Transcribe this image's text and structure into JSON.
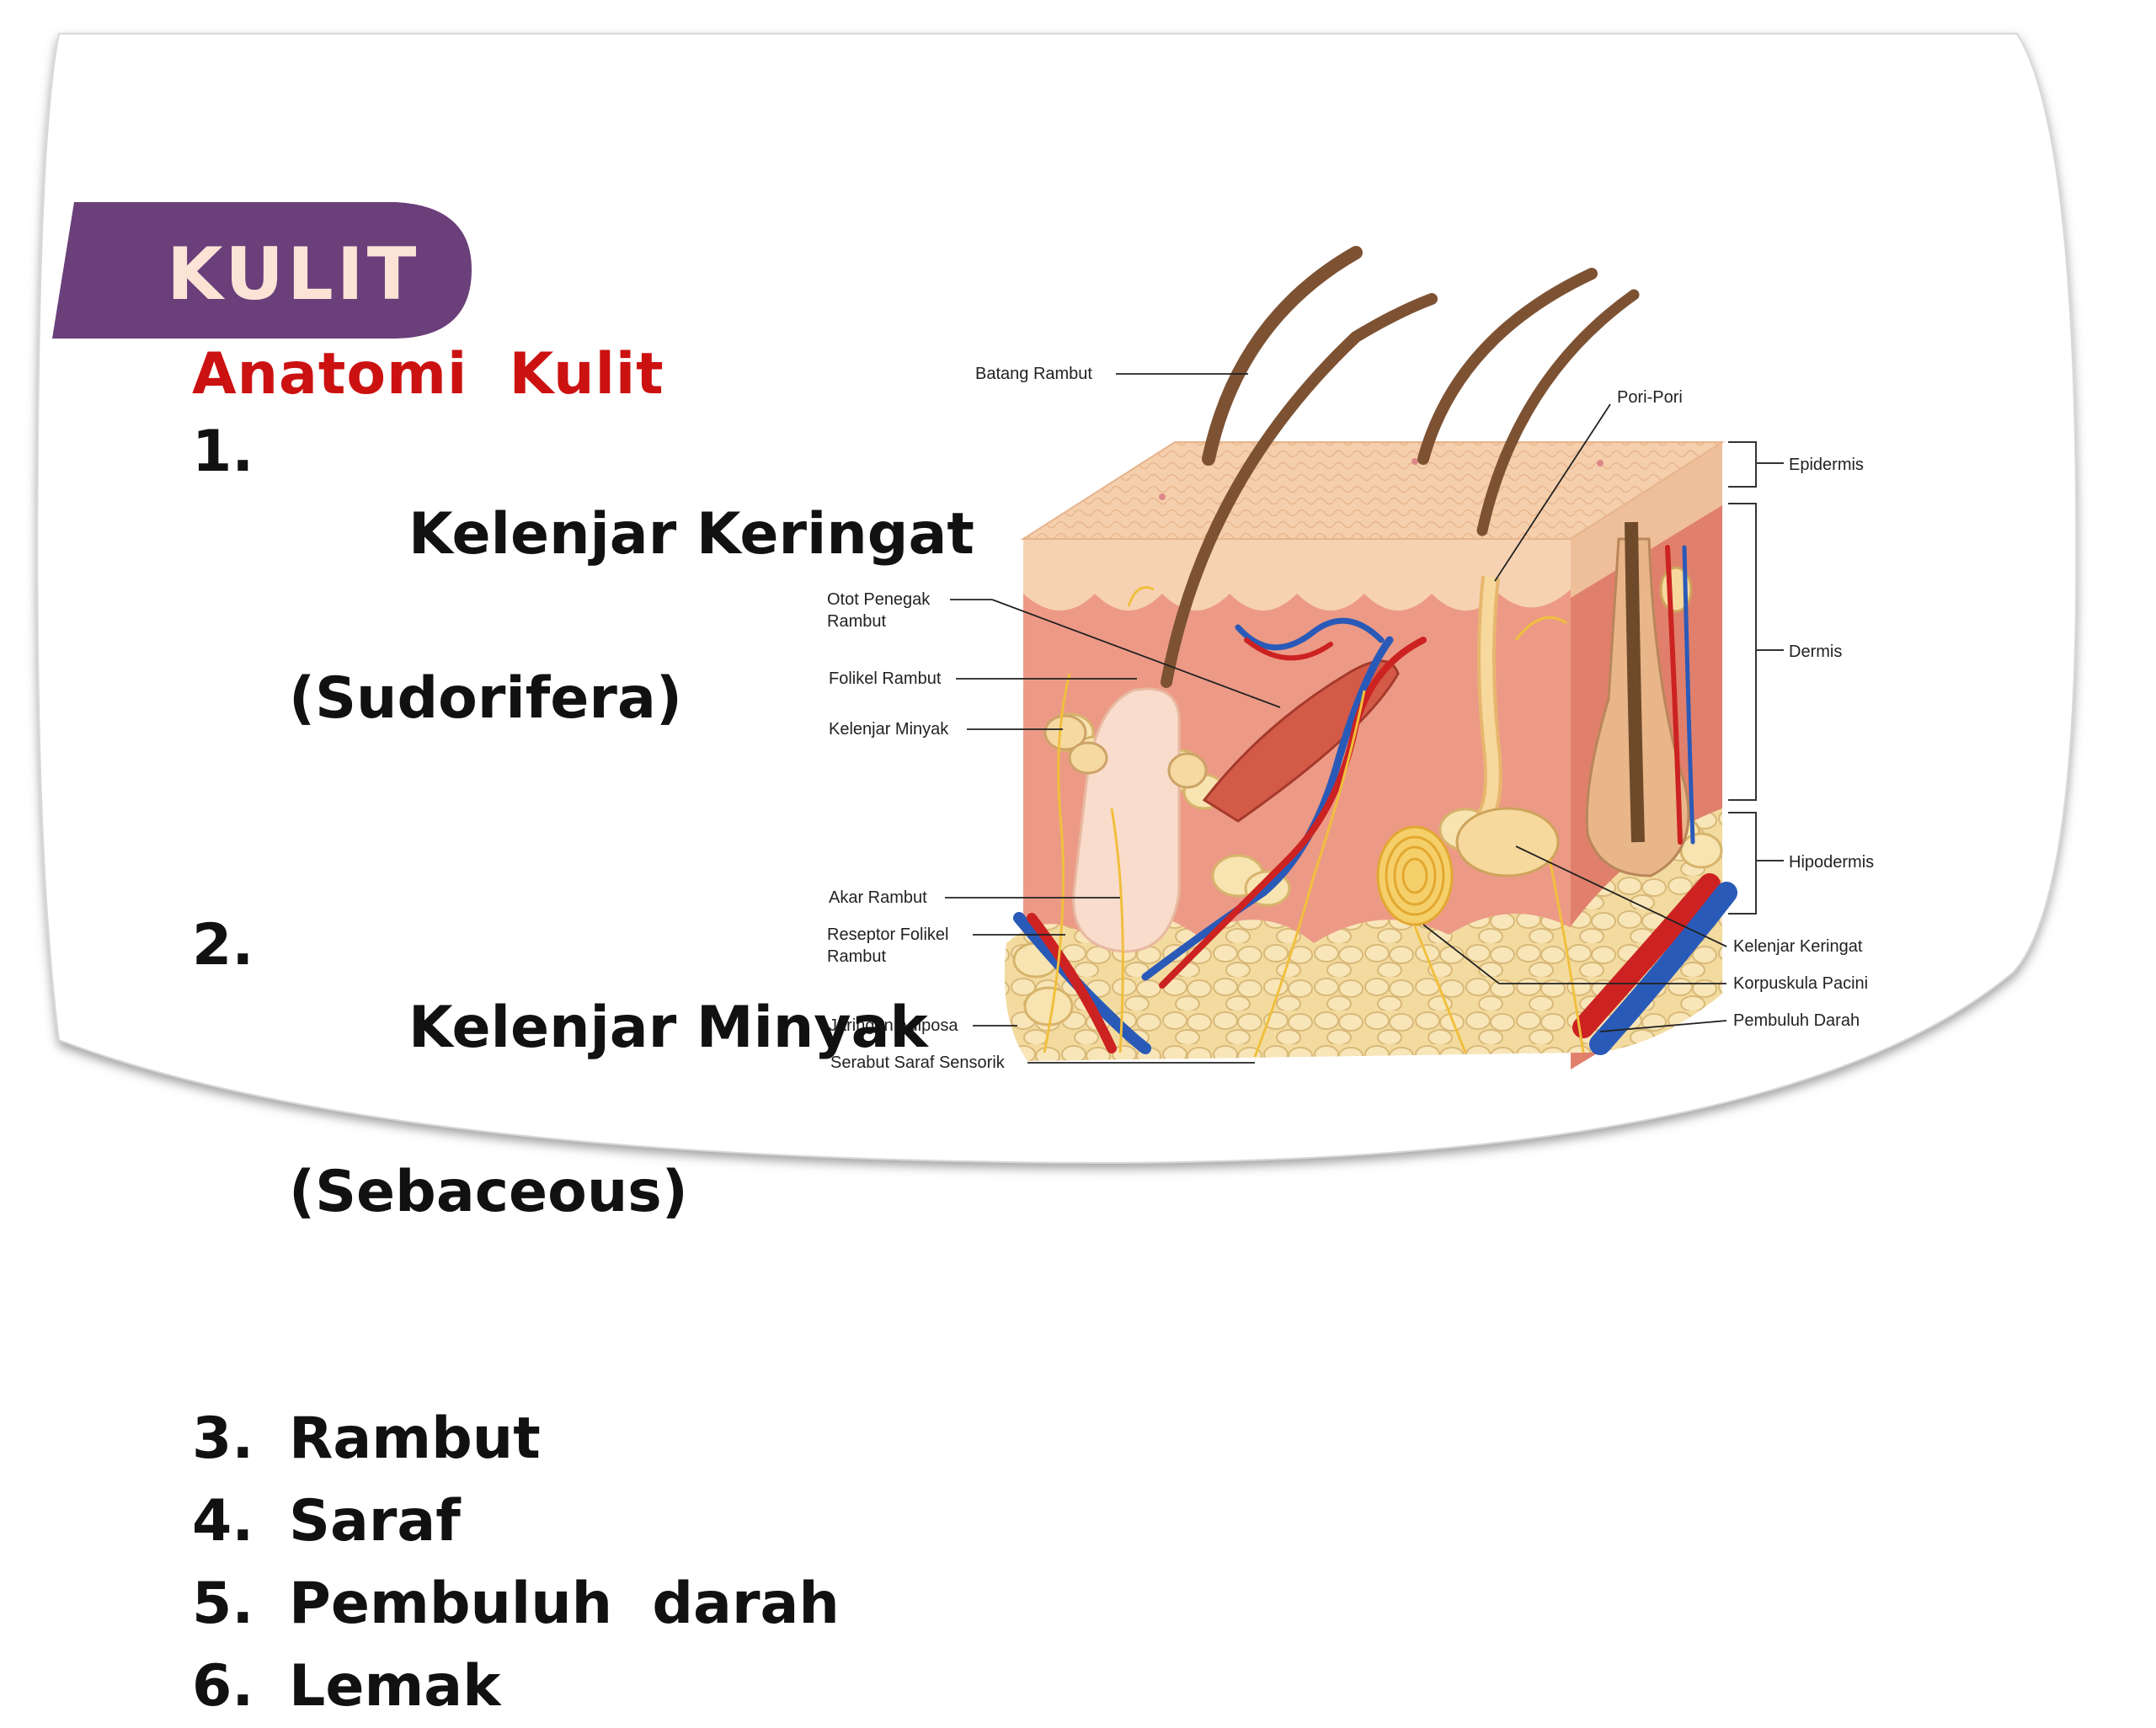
{
  "heading": "KULIT",
  "subtitle": "Anatomi  Kulit",
  "list": [
    {
      "num": "1.",
      "text": "Kelenjar Keringat",
      "sub": "(Sudorifera)"
    },
    {
      "num": "2.",
      "text": "Kelenjar Minyak",
      "sub": "(Sebaceous)"
    },
    {
      "num": "3.",
      "text": "Rambut",
      "sub": ""
    },
    {
      "num": "4.",
      "text": "Saraf",
      "sub": ""
    },
    {
      "num": "5.",
      "text": "Pembuluh  darah",
      "sub": ""
    },
    {
      "num": "6.",
      "text": "Lemak",
      "sub": ""
    }
  ],
  "diagram": {
    "labels_left": {
      "batang_rambut": "Batang Rambut",
      "otot_1": "Otot Penegak",
      "otot_2": "Rambut",
      "folikel": "Folikel Rambut",
      "kelenjar_minyak": "Kelenjar Minyak",
      "akar": "Akar Rambut",
      "reseptor_1": "Reseptor Folikel",
      "reseptor_2": "Rambut",
      "adiposa": "Jaringan Adiposa",
      "saraf": "Serabut Saraf Sensorik"
    },
    "labels_right": {
      "pori": "Pori-Pori",
      "epidermis": "Epidermis",
      "dermis": "Dermis",
      "hipodermis": "Hipodermis",
      "keringat": "Kelenjar Keringat",
      "pacini": "Korpuskula Pacini",
      "darah": "Pembuluh Darah"
    }
  },
  "colors": {
    "banner": "#6a3f7a",
    "heading_text": "#fbe3d6",
    "subtitle": "#cc1111",
    "epidermis": "#f3c9a3",
    "dermis": "#ec9a86",
    "fat": "#f5deaa",
    "artery": "#cc2222",
    "vein": "#2a5ab8"
  }
}
